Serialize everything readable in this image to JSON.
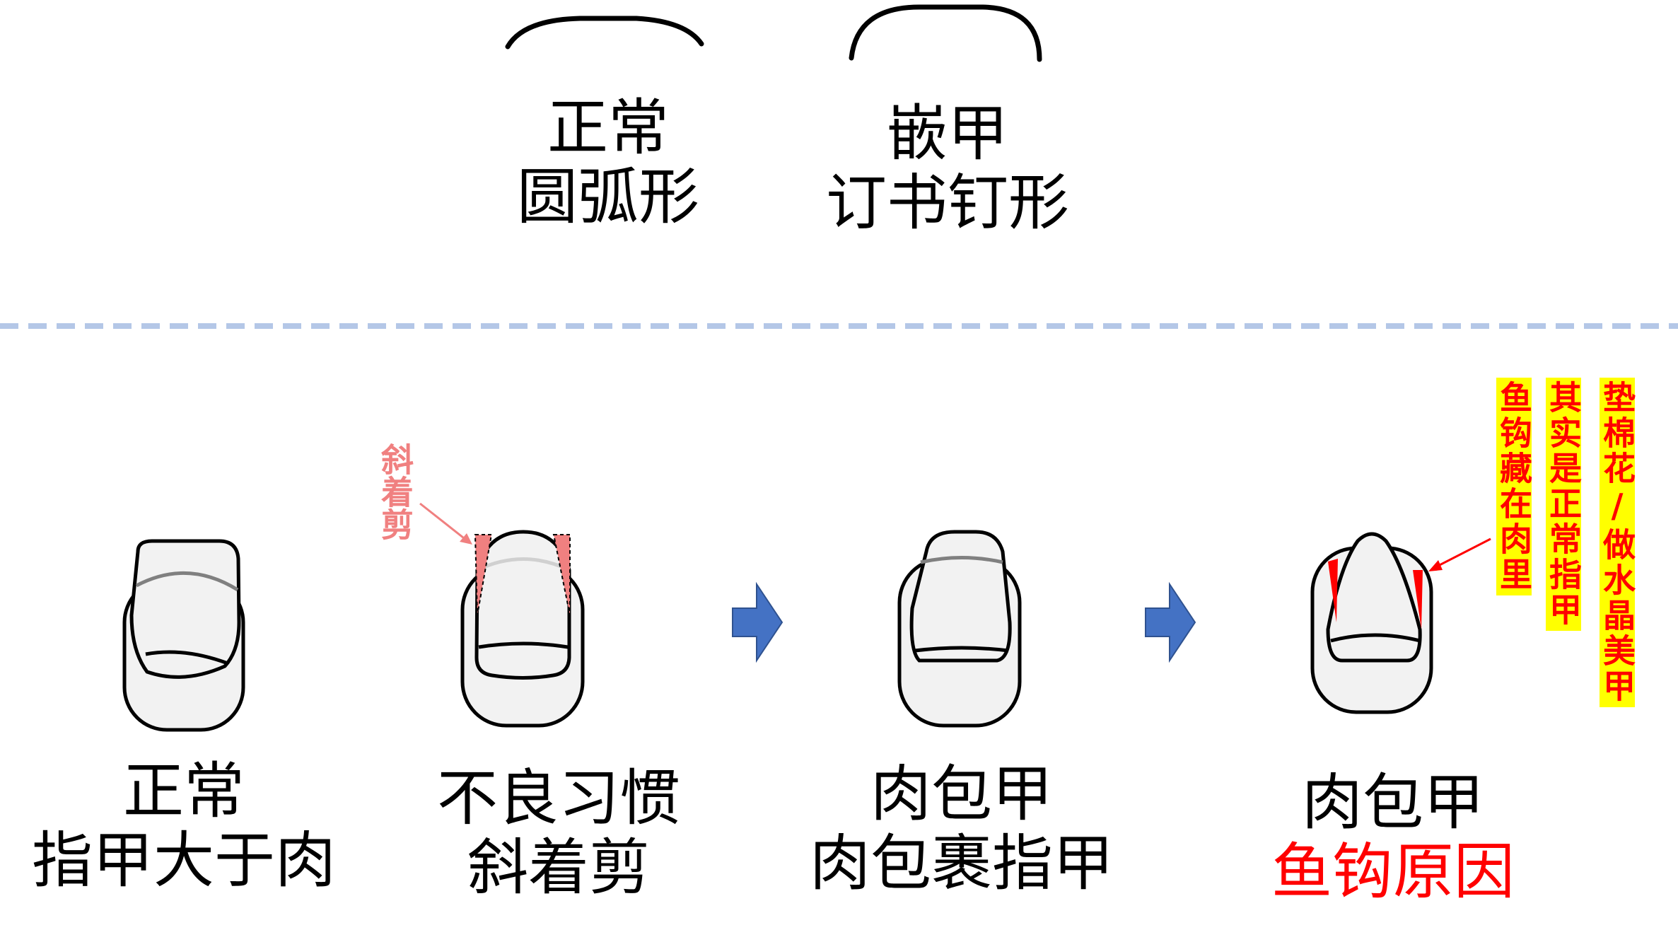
{
  "top": {
    "normal_title": "正常",
    "normal_shape": "圆弧形",
    "ingrown_title": "嵌甲",
    "ingrown_shape": "订书钉形"
  },
  "stages": [
    {
      "line1": "正常",
      "line2": "指甲大于肉"
    },
    {
      "line1": "不良习惯",
      "line2": "斜着剪"
    },
    {
      "line1": "肉包甲",
      "line2": "肉包裹指甲"
    },
    {
      "line1": "肉包甲",
      "line2": "鱼钩原因"
    }
  ],
  "annotations": {
    "diagonal_cut": "斜着剪",
    "tag_hook": "鱼钩藏在肉里",
    "tag_normal": "其实是正常指甲",
    "tag_pad": "垫棉花/做水晶美甲"
  },
  "colors": {
    "divider": "#b4c7e7",
    "arrow": "#4472c4",
    "cut_marker": "#f08080",
    "hook_marker": "#ff0000",
    "tag_background": "#ffff00",
    "tag_text": "#ff0000"
  },
  "icons": [
    "right-arrow-icon",
    "right-arrow-icon"
  ]
}
